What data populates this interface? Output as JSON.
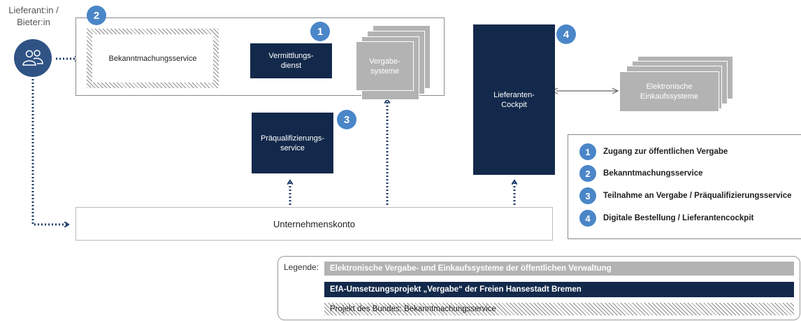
{
  "actor": {
    "label": "Lieferant:in /\nBieter:in",
    "icon": "user-group-icon"
  },
  "badges": {
    "b1": "1",
    "b2": "2",
    "b3": "3",
    "b4": "4"
  },
  "boxes": {
    "bekanntmachung": "Bekanntmachungsservice",
    "vermittlung": "Vermittlungs-\ndienst",
    "vergabesysteme": "Vergabe-\nsysteme",
    "praequal": "Präqualifizierungs-\nservice",
    "cockpit": "Lieferanten-\nCockpit",
    "einkauf": "Elektronische\nEinkaufssysteme",
    "konto": "Unternehmenskonto"
  },
  "key": {
    "items": [
      {
        "num": "1",
        "text": "Zugang zur öffentlichen Vergabe"
      },
      {
        "num": "2",
        "text": "Bekanntmachungsservice"
      },
      {
        "num": "3",
        "text": "Teilnahme an Vergabe / Präqualifizierungsservice"
      },
      {
        "num": "4",
        "text": "Digitale Bestellung / Lieferantencockpit"
      }
    ]
  },
  "legend": {
    "title": "Legende:",
    "grey": "Elektronische Vergabe- und Einkaufssysteme der öffentlichen Verwaltung",
    "navy": "EfA-Umsetzungsprojekt „Vergabe“ der Freien Hansestadt Bremen",
    "hatched": "Projekt des Bundes: Bekanntmachungsservice"
  },
  "colors": {
    "navy": "#13294b",
    "grey": "#b3b3b3",
    "badge": "#4a86c8",
    "dotted": "#1f3d6b"
  }
}
